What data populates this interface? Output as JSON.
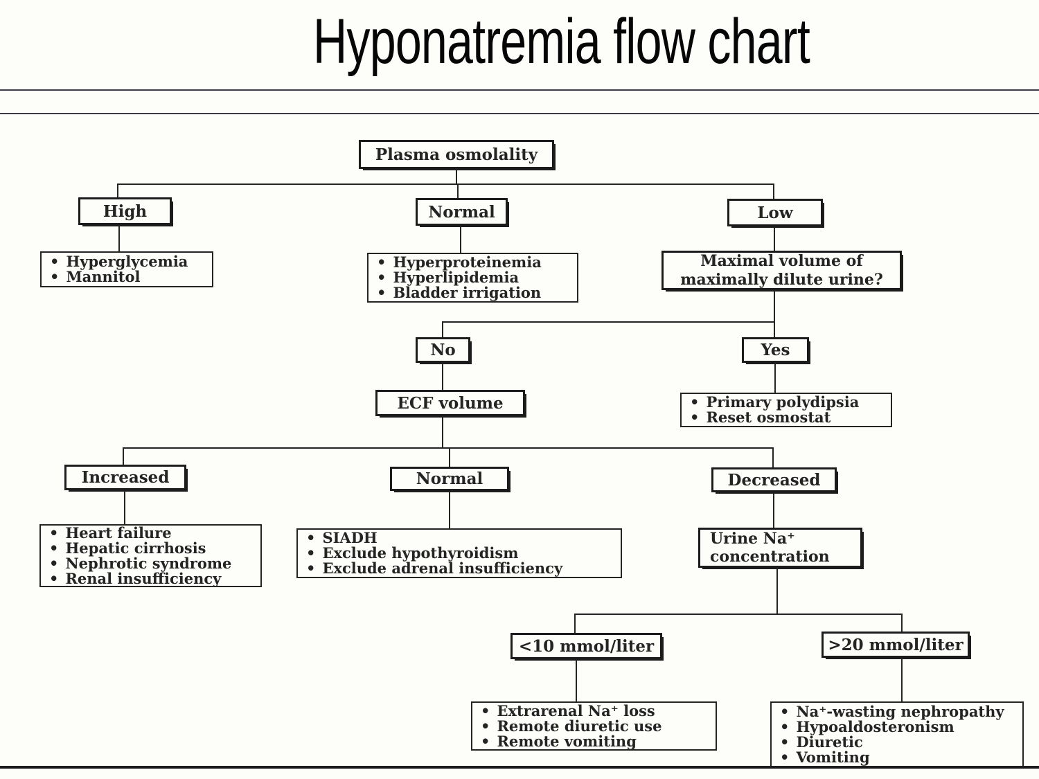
{
  "title": "Hyponatremia flow chart",
  "flowchart": {
    "root": "Plasma osmolality",
    "high": "High",
    "normal_osm": "Normal",
    "low": "Low",
    "high_list": [
      "Hyperglycemia",
      "Mannitol"
    ],
    "normal_osm_list": [
      "Hyperproteinemia",
      "Hyperlipidemia",
      "Bladder irrigation"
    ],
    "low_question": [
      "Maximal volume of",
      "maximally dilute urine?"
    ],
    "no": "No",
    "yes": "Yes",
    "ecf": "ECF volume",
    "yes_list": [
      "Primary polydipsia",
      "Reset osmostat"
    ],
    "increased": "Increased",
    "normal_ecf": "Normal",
    "decreased": "Decreased",
    "increased_list": [
      "Heart failure",
      "Hepatic cirrhosis",
      "Nephrotic syndrome",
      "Renal insufficiency"
    ],
    "normal_ecf_list": [
      "SIADH",
      "Exclude hypothyroidism",
      "Exclude adrenal insufficiency"
    ],
    "urine": [
      "Urine Na⁺",
      "concentration"
    ],
    "lt10": "<10 mmol/liter",
    "gt20": ">20 mmol/liter",
    "lt10_list": [
      "Extrarenal Na⁺ loss",
      "Remote diuretic use",
      "Remote vomiting"
    ],
    "gt20_list": [
      "Na⁺-wasting nephropathy",
      "Hypoaldosteronism",
      "Diuretic",
      "Vomiting"
    ]
  },
  "colors": {
    "ink": "#242424",
    "background": "#fdfdfa",
    "rule": "#3c3c46"
  }
}
